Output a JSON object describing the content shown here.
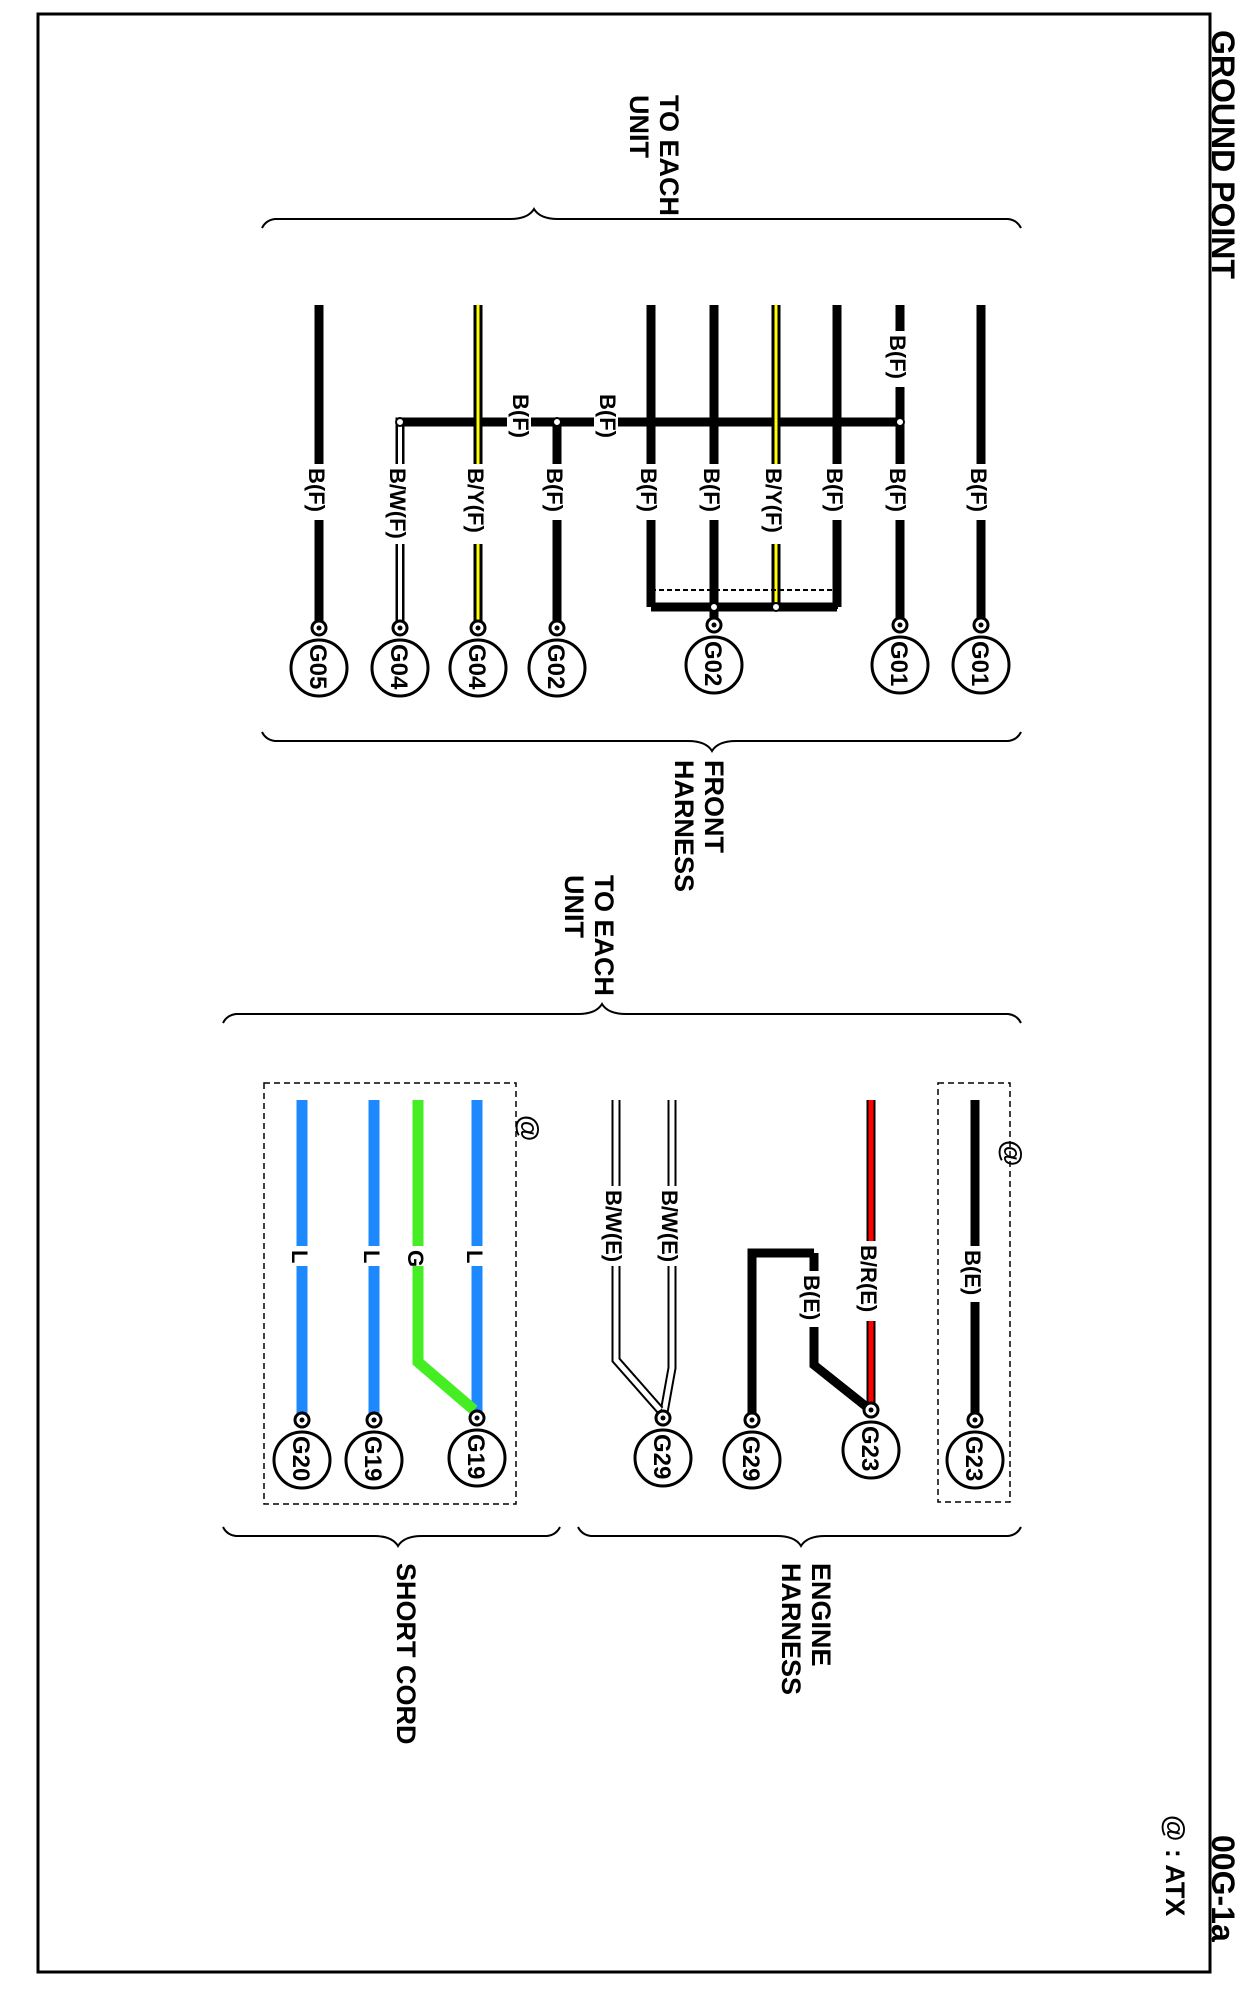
{
  "title": "GROUND POINT",
  "page_code": "00G-1a",
  "note": "@ : ATX",
  "sections": {
    "front": {
      "top_label": [
        "TO EACH",
        "UNIT"
      ],
      "harness_label": [
        "FRONT",
        "HARNESS"
      ]
    },
    "engine": {
      "top_label": [
        "TO EACH",
        "UNIT"
      ],
      "harness_label": [
        "ENGINE",
        "HARNESS"
      ]
    },
    "short_cord": {
      "harness_label": "SHORT CORD"
    }
  },
  "atx_marker": "@",
  "wire_colors": {
    "black": "#000000",
    "yellow": "#ffff00",
    "red": "#ff0000",
    "blue": "#1e88ff",
    "green": "#44ee22",
    "white": "#ffffff"
  },
  "front_wires": [
    {
      "label": "B(F)",
      "color": "black",
      "ground": "G01"
    },
    {
      "label": "B(F)",
      "color": "black",
      "ground": "G01"
    },
    {
      "label": "B(F)",
      "color": "black",
      "ground": "G02"
    },
    {
      "label": "B/Y(F)",
      "color": "yellow",
      "ground": "G02"
    },
    {
      "label": "B(F)",
      "color": "black",
      "ground": "G02"
    },
    {
      "label": "B(F)",
      "color": "black",
      "ground": "G02"
    },
    {
      "label": "B(F)",
      "color": "black",
      "ground": "G02"
    },
    {
      "label": "B/Y(F)",
      "color": "yellow",
      "ground": "G04"
    },
    {
      "label": "B/W(F)",
      "color": "white",
      "ground": "G04"
    },
    {
      "label": "B(F)",
      "color": "black",
      "ground": "G05"
    }
  ],
  "front_bus_labels": [
    "B(F)",
    "B(F)",
    "B(F)"
  ],
  "engine_wires": [
    {
      "label": "B(E)",
      "color": "black",
      "ground": "G23",
      "atx": true
    },
    {
      "label": "B/R(E)",
      "color": "red",
      "ground": "G23"
    },
    {
      "label": "B(E)",
      "color": "black",
      "ground": "G29"
    },
    {
      "label": "B/W(E)",
      "color": "white",
      "ground": "G29"
    },
    {
      "label": "B/W(E)",
      "color": "white",
      "ground": "G29"
    }
  ],
  "short_cord_wires": [
    {
      "label": "L",
      "color": "blue",
      "ground": "G19"
    },
    {
      "label": "G",
      "color": "green",
      "ground": "G19"
    },
    {
      "label": "L",
      "color": "blue",
      "ground": "G19"
    },
    {
      "label": "L",
      "color": "blue",
      "ground": "G20"
    }
  ],
  "grounds": {
    "front": [
      "G01",
      "G01",
      "G02",
      "G02",
      "G04",
      "G04",
      "G05"
    ],
    "engine": [
      "G23",
      "G23",
      "G29",
      "G29"
    ],
    "short_cord": [
      "G19",
      "G19",
      "G20"
    ]
  }
}
